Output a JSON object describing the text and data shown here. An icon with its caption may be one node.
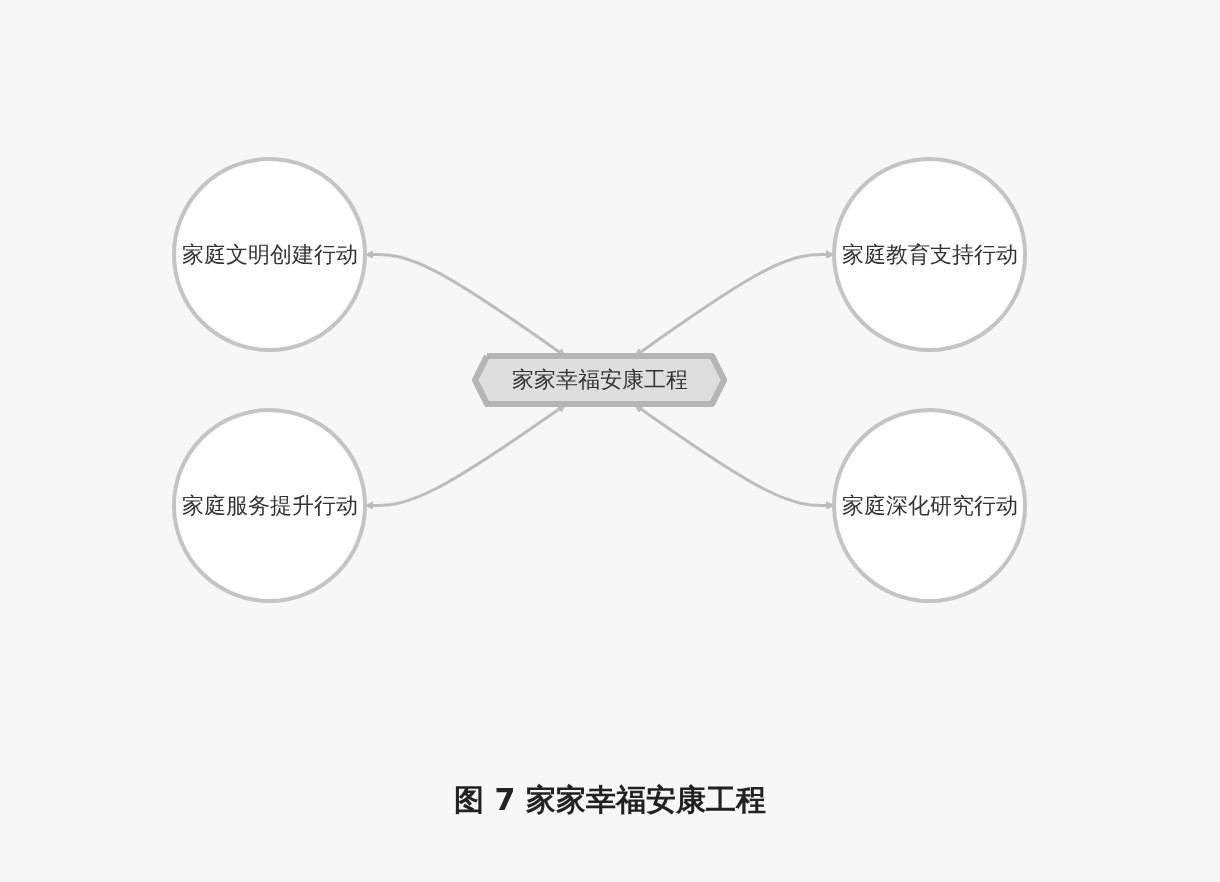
{
  "diagram": {
    "caption": "图 7 家家幸福安康工程",
    "nodes": [
      {
        "text": [
          "家庭文明创建行动"
        ]
      },
      {
        "text": [
          "家庭教育支持行动"
        ]
      },
      {
        "text": [
          "家家幸福安康工程"
        ]
      },
      {
        "text": [
          "家庭服务提升行动"
        ]
      },
      {
        "text": [
          "家庭深化研究行动"
        ]
      }
    ],
    "edges": [
      {
        "from": 0,
        "to": 2,
        "arrow": "both"
      },
      {
        "from": 2,
        "to": 1,
        "arrow": "both"
      },
      {
        "from": 3,
        "to": 2,
        "arrow": "both"
      },
      {
        "from": 2,
        "to": 4,
        "arrow": "both"
      }
    ]
  }
}
